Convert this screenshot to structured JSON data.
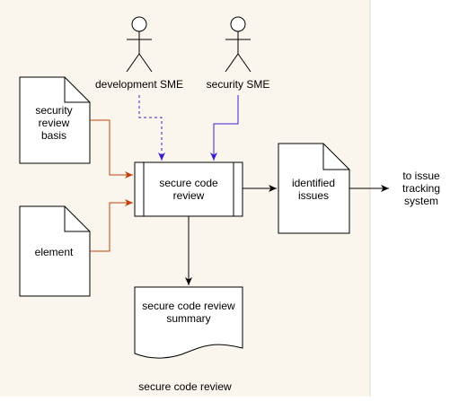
{
  "actors": {
    "development_sme": "development SME",
    "security_sme": "security SME"
  },
  "documents": {
    "security_review_basis": [
      "security",
      "review",
      "basis"
    ],
    "element": "element",
    "identified_issues": [
      "identified",
      "issues"
    ]
  },
  "process": {
    "label": [
      "secure code",
      "review"
    ]
  },
  "output": {
    "summary": [
      "secure code review",
      "summary"
    ]
  },
  "external": {
    "issue_tracking": [
      "to issue",
      "tracking",
      "system"
    ]
  },
  "container": {
    "label": "secure code review"
  },
  "colors": {
    "container_fill": "#faf6ee",
    "input_arrow": "#c0410b",
    "sme_arrow": "#3a1fd1",
    "stroke": "#000000"
  }
}
